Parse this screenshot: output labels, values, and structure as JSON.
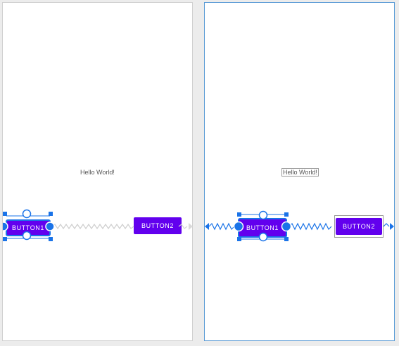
{
  "design_view": {
    "text_view": "Hello World!",
    "button1_label": "BUTTON1",
    "button2_label": "BUTTON2"
  },
  "blueprint_view": {
    "text_view": "Hello World!",
    "button1_label": "BUTTON1",
    "button2_label": "BUTTON2"
  },
  "colors": {
    "button_fill": "#6200ee",
    "selection_blue": "#1a73e8",
    "blueprint_border": "#5a9bd6"
  }
}
